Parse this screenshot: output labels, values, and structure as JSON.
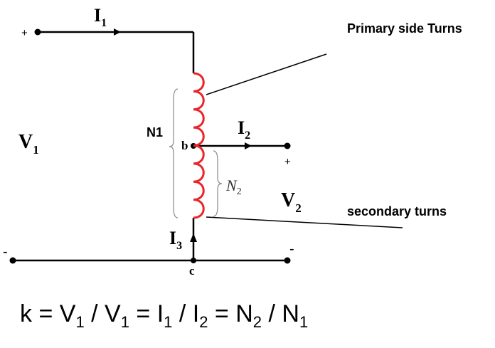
{
  "labels": {
    "i1": {
      "main": "I",
      "sub": "1"
    },
    "i2": {
      "main": "I",
      "sub": "2"
    },
    "i3": {
      "main": "I",
      "sub": "3"
    },
    "v1": {
      "main": "V",
      "sub": "1"
    },
    "v2": {
      "main": "V",
      "sub": "2"
    },
    "n1": "N1",
    "n2": {
      "main": "N",
      "sub": "2"
    },
    "node_b": "b",
    "node_c": "c",
    "plus_v1": "+",
    "plus_v2": "+",
    "minus_left": "-",
    "minus_right": "-",
    "primary_turns": "Primary side Turns",
    "secondary_turns": "secondary turns"
  },
  "formula": {
    "parts": [
      {
        "text": "k = V",
        "sub": "1"
      },
      {
        "text": " / V",
        "sub": "1"
      },
      {
        "text": " = I",
        "sub": "1"
      },
      {
        "text": " / I",
        "sub": "2"
      },
      {
        "text": " = N",
        "sub": "2"
      },
      {
        "text": " / N",
        "sub": "1"
      }
    ]
  },
  "colors": {
    "wire": "#000000",
    "coil": "#e8262a",
    "brace": "#888888"
  }
}
